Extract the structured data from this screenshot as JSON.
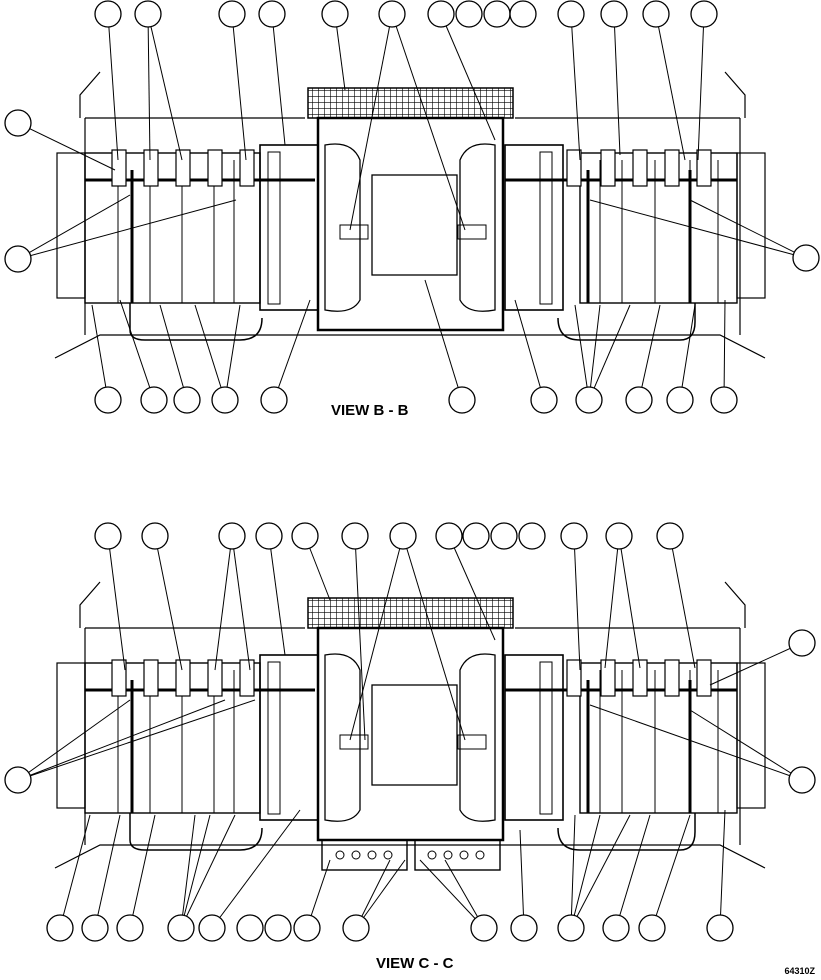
{
  "views": [
    {
      "caption": "VIEW B - B"
    },
    {
      "caption": "VIEW C - C"
    }
  ],
  "drawing_number": "64310Z",
  "colors": {
    "line": "#000000",
    "background": "#ffffff"
  }
}
